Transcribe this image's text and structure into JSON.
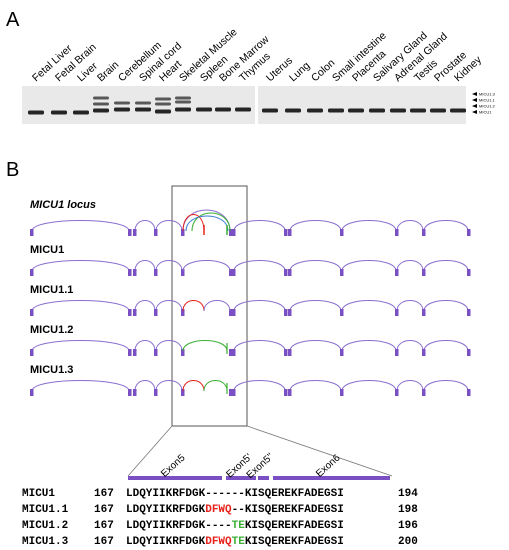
{
  "panel_a": {
    "letter": "A",
    "tissues_left": [
      "Fetal Liver",
      "Fetal Brain",
      "Liver",
      "Brain",
      "Cerebellum",
      "Spinal cord",
      "Heart",
      "Skeletal Muscle",
      "Spleen",
      "Bone Marrow",
      "Thymus"
    ],
    "tissues_right": [
      "Uterus",
      "Lung",
      "Colon",
      "Small intestine",
      "Placenta",
      "Salivary Gland",
      "Adrenal Gland",
      "Testis",
      "Prostate",
      "Kidney"
    ],
    "band_markers": [
      "MICU1.3",
      "MICU1.1",
      "MICU1.2",
      "MICU1"
    ]
  },
  "panel_b": {
    "letter": "B",
    "locus_label": "MICU1 locus",
    "tracks": [
      "MICU1",
      "MICU1.1",
      "MICU1.2",
      "MICU1.3"
    ],
    "exon_labels": [
      "Exon5",
      "Exon5'",
      "Exon5''",
      "Exon6"
    ],
    "alignment": [
      {
        "name": "MICU1",
        "start": "167",
        "segments": [
          {
            "t": "LDQYIIKRFDGK",
            "c": "#000000"
          },
          {
            "t": "------",
            "c": "#000000"
          },
          {
            "t": "KISQEREKFADEGSI",
            "c": "#000000"
          }
        ],
        "end": "194"
      },
      {
        "name": "MICU1.1",
        "start": "167",
        "segments": [
          {
            "t": "LDQYIIKRFDGK",
            "c": "#000000"
          },
          {
            "t": "DFWQ",
            "c": "#e8221b"
          },
          {
            "t": "--",
            "c": "#000000"
          },
          {
            "t": "KISQEREKFADEGSI",
            "c": "#000000"
          }
        ],
        "end": "198"
      },
      {
        "name": "MICU1.2",
        "start": "167",
        "segments": [
          {
            "t": "LDQYIIKRFDGK",
            "c": "#000000"
          },
          {
            "t": "----",
            "c": "#000000"
          },
          {
            "t": "TE",
            "c": "#3cb034"
          },
          {
            "t": "KISQEREKFADEGSI",
            "c": "#000000"
          }
        ],
        "end": "196"
      },
      {
        "name": "MICU1.3",
        "start": "167",
        "segments": [
          {
            "t": "LDQYIIKRFDGK",
            "c": "#000000"
          },
          {
            "t": "DFWQ",
            "c": "#e8221b"
          },
          {
            "t": "TE",
            "c": "#3cb034"
          },
          {
            "t": "KISQEREKFADEGSI",
            "c": "#000000"
          }
        ],
        "end": "200"
      }
    ]
  },
  "colors": {
    "exon": "#7a4fc4",
    "intron": "#8a6fd0",
    "exon5_prime": "#e8221b",
    "exon5_double_prime": "#3cb034",
    "gel_bg": "#e9e9e9",
    "band": "#1a1a1a"
  }
}
